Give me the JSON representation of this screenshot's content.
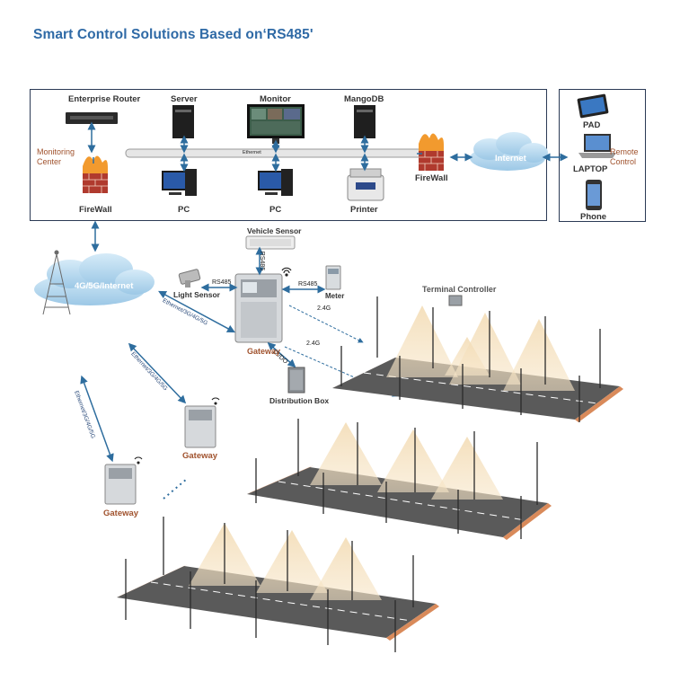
{
  "title": "Smart Control Solutions Based on‘RS485'",
  "monitoring": {
    "center_label": "Monitoring Center",
    "devices": {
      "router": "Enterprise Router",
      "server": "Server",
      "monitor": "Monitor",
      "mangodb": "MangoDB",
      "firewall_left": "FireWall",
      "pc1": "PC",
      "pc2": "PC",
      "printer": "Printer",
      "firewall_right": "FireWall"
    },
    "ethernet": "Ethernet"
  },
  "internet": "Internet",
  "remote": {
    "label": "Remote Control",
    "devices": [
      "PAD",
      "LAPTOP",
      "Phone"
    ]
  },
  "cloud": "4G/5G/Internet",
  "sensors": {
    "vehicle": "Vehicle Sensor",
    "light": "Light Sensor",
    "meter": "Meter",
    "terminal": "Terminal Controller",
    "distribution": "Distribution Box"
  },
  "links": {
    "rs485_a": "RS485",
    "rs485_b": "RS485",
    "rs485_c": "RS485",
    "g24_a": "2.4G",
    "g24_b": "2.4G",
    "dido": "DI/DO",
    "eth1": "Ethernet/3G/4G/5G",
    "eth2": "Ethernet/3G/4G/5G",
    "eth3": "Ethernet/3G/4G/5G"
  },
  "gateways": [
    "Gateway",
    "Gateway",
    "Gateway"
  ],
  "colors": {
    "title": "#2f6aa6",
    "accent_brown": "#a0522d",
    "arrow": "#2e6d9e",
    "road": "#5a5a5a"
  }
}
